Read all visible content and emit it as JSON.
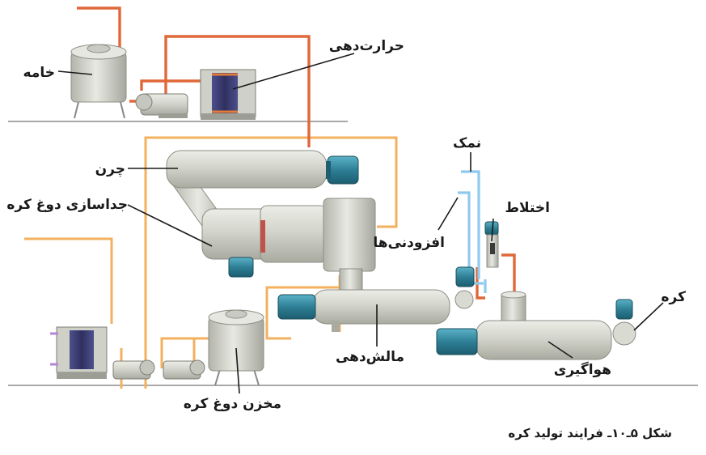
{
  "labels": {
    "cream": "خامه",
    "heating": "حرارت‌دهی",
    "churn": "چرن",
    "separation": "جداسازی دوغ کره",
    "salt": "نمک",
    "additives": "افزودنی‌ها",
    "mixing": "اختلاط",
    "butter": "کره",
    "kneading": "مالش‌دهی",
    "deaeration": "هواگیری",
    "buttermilk_tank": "مخزن دوغ کره"
  },
  "caption": "شکل ۵ـ۱۰ـ فرایند تولید کره",
  "colors": {
    "pipe_orange": "#f3b05f",
    "pipe_red": "#e0683a",
    "pipe_blue": "#8fc9ee",
    "motor_teal": "#2e7f95",
    "steel": "#d5d6cd"
  }
}
